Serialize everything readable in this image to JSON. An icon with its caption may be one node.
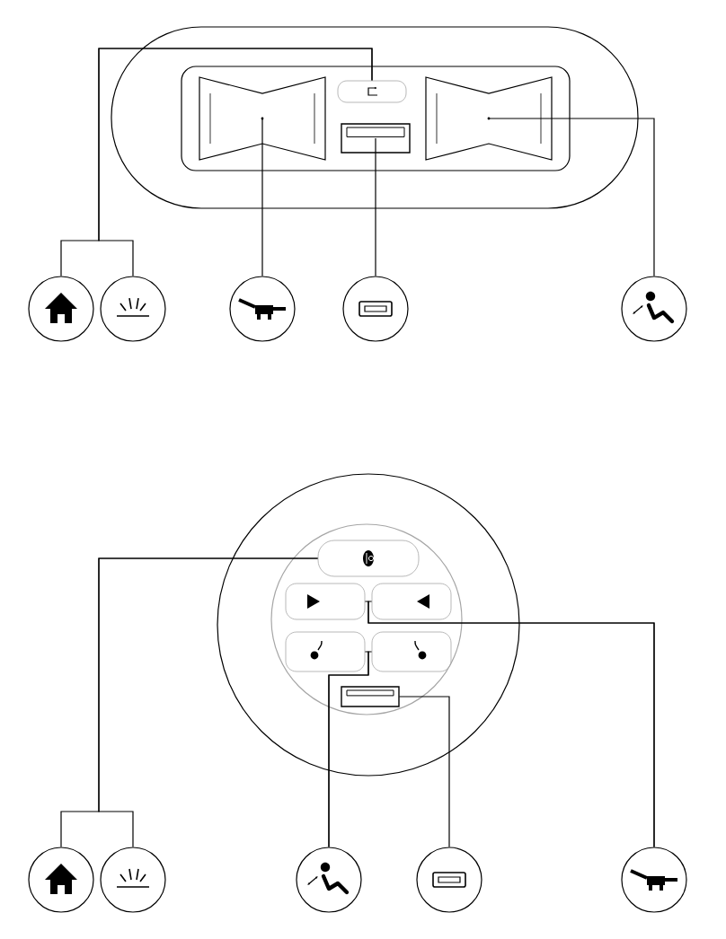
{
  "diagram": {
    "nodes": [
      {
        "text": [],
        "shape": "box"
      },
      {
        "text": [],
        "shape": "box"
      },
      {
        "text": [],
        "shape": "box"
      },
      {
        "text": [],
        "shape": "box"
      },
      {
        "text": [],
        "shape": "circle"
      },
      {
        "text": [],
        "shape": "circle"
      },
      {
        "text": [],
        "shape": "circle"
      },
      {
        "text": [],
        "shape": "circle"
      },
      {
        "text": [],
        "shape": "circle"
      },
      {
        "text": [],
        "shape": "box"
      },
      {
        "text": [],
        "shape": "box"
      },
      {
        "text": [],
        "shape": "box"
      },
      {
        "text": [],
        "shape": "box"
      },
      {
        "text": [],
        "shape": "box"
      },
      {
        "text": [],
        "shape": "box"
      },
      {
        "text": [],
        "shape": "circle"
      },
      {
        "text": [],
        "shape": "circle"
      },
      {
        "text": [],
        "shape": "circle"
      },
      {
        "text": [],
        "shape": "circle"
      },
      {
        "text": [],
        "shape": "circle"
      }
    ],
    "edges": [
      {
        "from": 1,
        "to": 4,
        "arrow": "none"
      },
      {
        "from": 1,
        "to": 5,
        "arrow": "none"
      },
      {
        "from": 0,
        "to": 6,
        "arrow": "none"
      },
      {
        "from": 2,
        "to": 7,
        "arrow": "none"
      },
      {
        "from": 3,
        "to": 8,
        "arrow": "none"
      },
      {
        "from": 9,
        "to": 15,
        "arrow": "none"
      },
      {
        "from": 9,
        "to": 16,
        "arrow": "none"
      },
      {
        "from": 10,
        "to": 19,
        "arrow": "none"
      },
      {
        "from": 11,
        "to": 19,
        "arrow": "none"
      },
      {
        "from": 12,
        "to": 17,
        "arrow": "none"
      },
      {
        "from": 13,
        "to": 17,
        "arrow": "none"
      },
      {
        "from": 14,
        "to": 18,
        "arrow": "none"
      }
    ]
  }
}
